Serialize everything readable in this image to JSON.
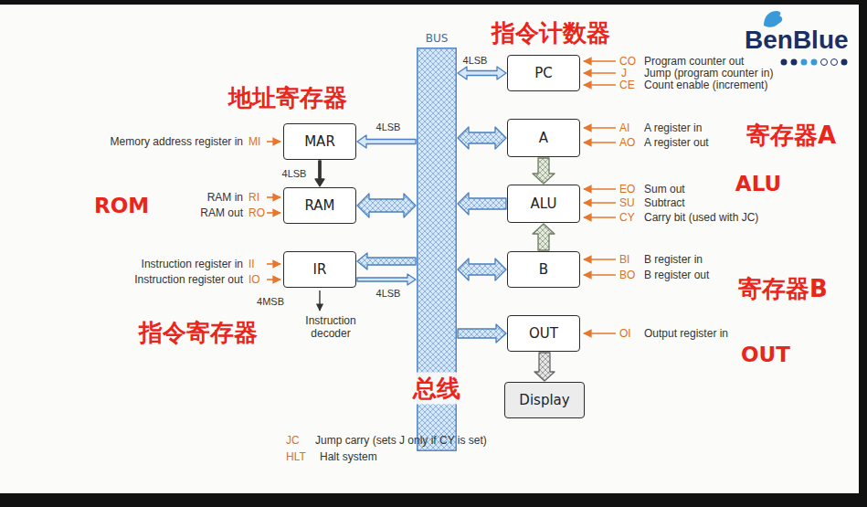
{
  "diagram": {
    "nodes": [
      {
        "text": [
          "BUS"
        ]
      },
      {
        "text": [
          "PC"
        ]
      },
      {
        "text": [
          "MAR"
        ]
      },
      {
        "text": [
          "A"
        ]
      },
      {
        "text": [
          "RAM"
        ]
      },
      {
        "text": [
          "ALU"
        ]
      },
      {
        "text": [
          "IR"
        ]
      },
      {
        "text": [
          "B"
        ]
      },
      {
        "text": [
          "OUT"
        ]
      },
      {
        "text": [
          "Display"
        ]
      }
    ],
    "edges": [
      {
        "from": 1,
        "to": 0,
        "arrow": "both",
        "label": "4LSB"
      },
      {
        "from": 0,
        "to": 2,
        "arrow": "to",
        "label": "4LSB"
      },
      {
        "from": 3,
        "to": 0,
        "arrow": "both"
      },
      {
        "from": 2,
        "to": 4,
        "arrow": "to",
        "label": "4LSB"
      },
      {
        "from": 3,
        "to": 5,
        "arrow": "to"
      },
      {
        "from": 4,
        "to": 0,
        "arrow": "both"
      },
      {
        "from": 5,
        "to": 0,
        "arrow": "to"
      },
      {
        "from": 0,
        "to": 6,
        "arrow": "to"
      },
      {
        "from": 6,
        "to": 0,
        "arrow": "to",
        "label": "4LSB"
      },
      {
        "from": 7,
        "to": 5,
        "arrow": "to"
      },
      {
        "from": 7,
        "to": 0,
        "arrow": "both"
      },
      {
        "from": 0,
        "to": 8,
        "arrow": "to"
      },
      {
        "from": 8,
        "to": 9,
        "arrow": "to"
      }
    ],
    "labels": [
      "指令计数器",
      "BenBlue",
      "CO",
      "Program counter out",
      "J",
      "Jump (program counter in)",
      "CE",
      "Count enable (increment)",
      "地址寄存器",
      "Memory address register in",
      "MI",
      "AI",
      "A register in",
      "寄存器A",
      "AO",
      "A register out",
      "ALU",
      "ROM",
      "RAM in",
      "RI",
      "RAM out",
      "RO",
      "EO",
      "Sum out",
      "SU",
      "Subtract",
      "CY",
      "Carry bit (used with JC)",
      "Instruction register in",
      "II",
      "BI",
      "B register in",
      "Instruction register out",
      "IO",
      "BO",
      "B register out",
      "寄存器B",
      "4MSB",
      "Instruction decoder",
      "指令寄存器",
      "OI",
      "Output register in",
      "OUT",
      "总线",
      "JC",
      "Jump carry (sets J only if CY is set)",
      "HLT",
      "Halt system"
    ]
  }
}
